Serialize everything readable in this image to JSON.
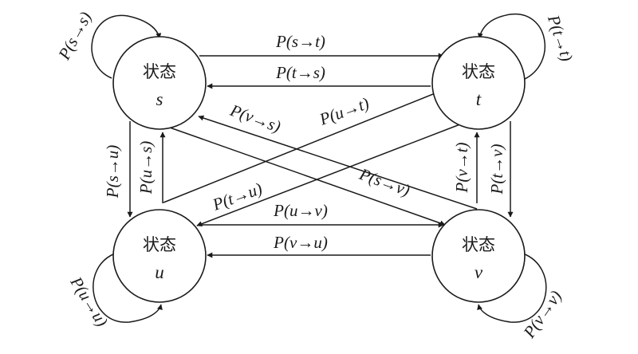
{
  "diagram": {
    "line_color": "#1a1a1a",
    "nodes": [
      {
        "id": "s",
        "title": "状态",
        "var": "s"
      },
      {
        "id": "t",
        "title": "状态",
        "var": "t"
      },
      {
        "id": "u",
        "title": "状态",
        "var": "u"
      },
      {
        "id": "v",
        "title": "状态",
        "var": "v"
      }
    ],
    "edges": [
      {
        "id": "s-s",
        "from": "s",
        "to": "s",
        "label": "P(s→s)"
      },
      {
        "id": "t-t",
        "from": "t",
        "to": "t",
        "label": "P(t→t)"
      },
      {
        "id": "u-u",
        "from": "u",
        "to": "u",
        "label": "P(u→u)"
      },
      {
        "id": "v-v",
        "from": "v",
        "to": "v",
        "label": "P(v→v)"
      },
      {
        "id": "s-t",
        "from": "s",
        "to": "t",
        "label": "P(s→t)"
      },
      {
        "id": "t-s",
        "from": "t",
        "to": "s",
        "label": "P(t→s)"
      },
      {
        "id": "u-v",
        "from": "u",
        "to": "v",
        "label": "P(u→v)"
      },
      {
        "id": "v-u",
        "from": "v",
        "to": "u",
        "label": "P(v→u)"
      },
      {
        "id": "s-u",
        "from": "s",
        "to": "u",
        "label": "P(s→u)"
      },
      {
        "id": "u-s",
        "from": "u",
        "to": "s",
        "label": "P(u→s)"
      },
      {
        "id": "t-v",
        "from": "t",
        "to": "v",
        "label": "P(t→v)"
      },
      {
        "id": "v-t",
        "from": "v",
        "to": "t",
        "label": "P(v→t)"
      },
      {
        "id": "u-t",
        "from": "u",
        "to": "t",
        "label": "P(u→t)"
      },
      {
        "id": "t-u",
        "from": "t",
        "to": "u",
        "label": "P(t→u)"
      },
      {
        "id": "s-v",
        "from": "s",
        "to": "v",
        "label": "P(s→v)"
      },
      {
        "id": "v-s",
        "from": "v",
        "to": "s",
        "label": "P(v→s)"
      }
    ]
  }
}
